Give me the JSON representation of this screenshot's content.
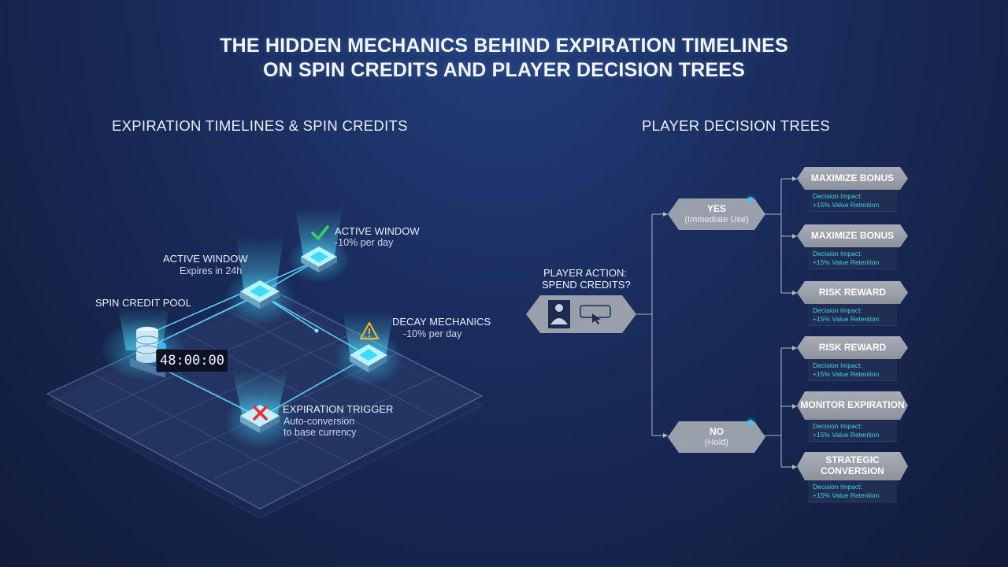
{
  "title_line1": "THE HIDDEN MECHANICS BEHIND EXPIRATION TIMELINES",
  "title_line2": "ON SPIN CREDITS AND PLAYER DECISION TREES",
  "left": {
    "section": "EXPIRATION TIMELINES & SPIN CREDITS",
    "pool_label": "SPIN CREDIT POOL",
    "timer": "48:00:00",
    "active1_label": "ACTIVE WINDOW",
    "active1_sub": "Expires in 24h",
    "active2_label": "ACTIVE WINDOW",
    "active2_sub": "-10% per day",
    "decay_label": "DECAY MECHANICS",
    "decay_sub": "-10% per day",
    "expiry_label": "EXPIRATION TRIGGER",
    "expiry_sub1": "Auto-conversion",
    "expiry_sub2": "to base currency"
  },
  "right": {
    "section": "PLAYER DECISION TREES",
    "root_line1": "PLAYER ACTION:",
    "root_line2": "SPEND CREDITS?",
    "yes_label": "YES",
    "yes_sub": "(Immediate Use)",
    "no_label": "NO",
    "no_sub": "(Hold)",
    "outcomes": [
      {
        "label": "MAXIMIZE BONUS",
        "impact1": "Decision Impact:",
        "impact2": "+15% Value Retention"
      },
      {
        "label": "MAXIMIZE BONUS",
        "impact1": "Decision Impact:",
        "impact2": "+15% Value Retention"
      },
      {
        "label": "RISK REWARD",
        "impact1": "Decision Impact:",
        "impact2": "+15% Value Retention"
      },
      {
        "label": "RISK REWARD",
        "impact1": "Decision Impact:",
        "impact2": "+15% Value Retention"
      },
      {
        "label": "MONITOR EXPIRATION",
        "impact1": "Decision Impact:",
        "impact2": "+15% Value Retention"
      },
      {
        "label": "STRATEGIC CONVERSION",
        "impact1": "Decision Impact:",
        "impact2": "+15% Value Retention"
      }
    ]
  },
  "colors": {
    "accent": "#3cc8ff",
    "check": "#3ad35a",
    "warn": "#f0b429",
    "error": "#e0303a",
    "node": "#9aa0ab"
  },
  "icons": [
    "database-icon",
    "check-icon",
    "warning-icon",
    "x-icon",
    "user-icon",
    "tap-icon"
  ]
}
